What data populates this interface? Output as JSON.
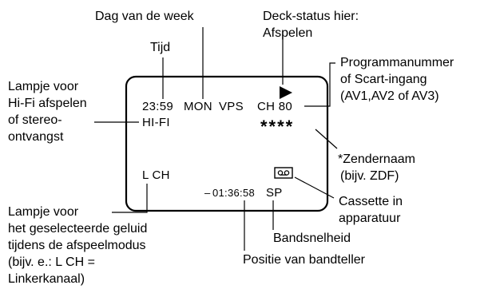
{
  "screen": {
    "time": "23:59",
    "day": "MON",
    "vps": "VPS",
    "channel": "CH 80",
    "hifi": "HI-FI",
    "station_name": "****",
    "sound_channel": "L CH",
    "tape_counter": "01:36:58",
    "tape_speed": "SP",
    "cassette_icon": "cassette-icon",
    "play_icon": "play-triangle-icon"
  },
  "callouts": {
    "day_of_week": "Dag van de week",
    "time": "Tijd",
    "deck_status": [
      "Deck-status hier:",
      "Afspelen"
    ],
    "program_number": [
      "Programmanummer",
      "of Scart-ingang",
      "(AV1,AV2 of AV3)"
    ],
    "hifi_lamp": [
      "Lampje voor",
      "Hi-Fi afspelen",
      "of stereo-",
      "ontvangst"
    ],
    "station_name": [
      "*Zendernaam",
      "(bijv. ZDF)"
    ],
    "cassette_in": [
      "Cassette in",
      "apparatuur"
    ],
    "sound_lamp": [
      "Lampje voor",
      "het geselecteerde geluid",
      "tijdens de afspeelmodus",
      "(bijv. e.: L CH =",
      "Linkerkanaal)"
    ],
    "tape_speed": "Bandsnelheid",
    "counter_position": "Positie van bandteller"
  }
}
